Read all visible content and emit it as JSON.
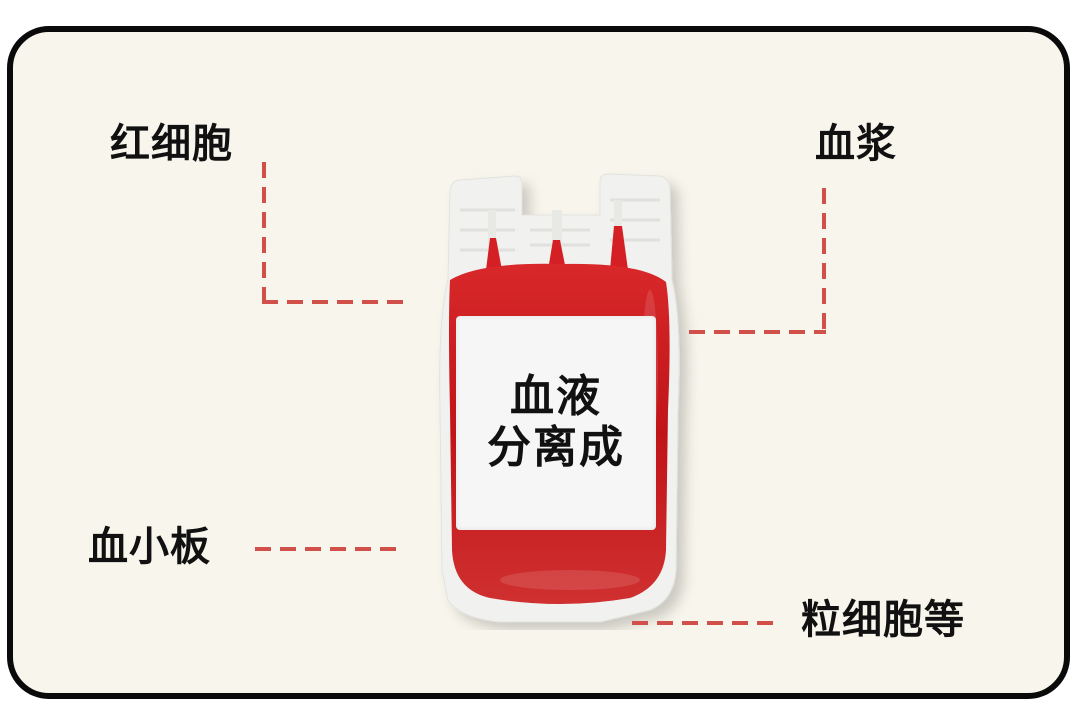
{
  "diagram": {
    "type": "labeled-illustration",
    "subject": "blood-bag",
    "center_label": {
      "line1": "血液",
      "line2": "分离成"
    },
    "components": [
      {
        "id": "red-blood-cells",
        "label": "红细胞"
      },
      {
        "id": "plasma",
        "label": "血浆"
      },
      {
        "id": "platelets",
        "label": "血小板"
      },
      {
        "id": "granulocytes",
        "label": "粒细胞等"
      }
    ],
    "colors": {
      "background": "#f8f6ec",
      "border": "#0a0a0a",
      "leader_line": "#d2504a",
      "blood": "#c8161c",
      "text": "#111111"
    }
  }
}
